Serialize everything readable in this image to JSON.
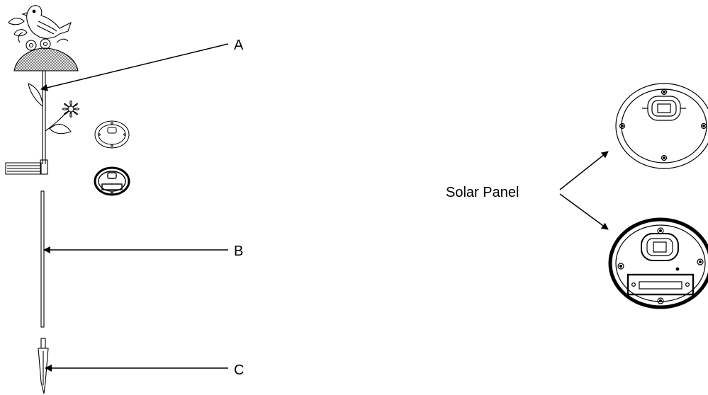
{
  "labels": {
    "part_a": "A",
    "part_b": "B",
    "part_c": "C",
    "solar_panel": "Solar Panel"
  },
  "colors": {
    "line": "#000000",
    "background": "#ffffff",
    "mesh_fill": "#777777"
  }
}
